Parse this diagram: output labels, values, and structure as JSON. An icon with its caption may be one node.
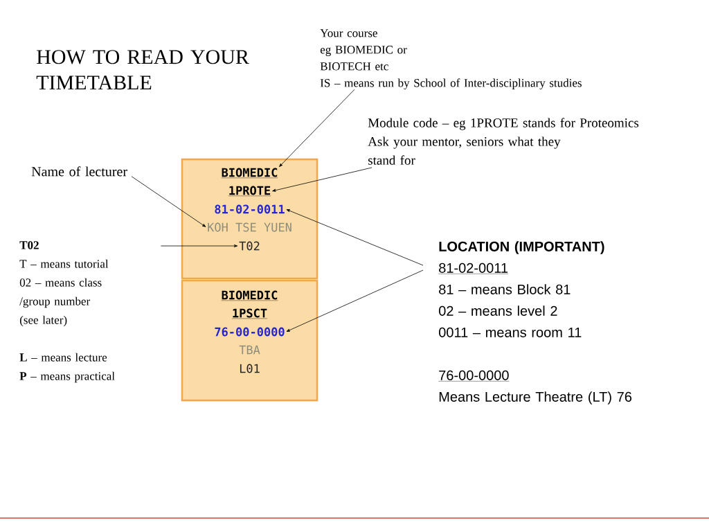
{
  "diagram": {
    "title": "HOW TO READ YOUR TIMETABLE",
    "nodes": [
      {
        "text": [
          "Your course",
          "eg BIOMEDIC or",
          "BIOTECH etc",
          "IS – means run by School of Inter-disciplinary studies"
        ]
      },
      {
        "text": [
          "Module code – eg 1PROTE stands for Proteomics",
          "Ask your mentor, seniors what they stand for"
        ]
      },
      {
        "text": [
          "Name of lecturer"
        ]
      },
      {
        "text": [
          "T02",
          "T – means tutorial",
          "02 – means class /group number (see later)",
          "**L** – means lecture",
          "**P** – means practical"
        ]
      },
      {
        "text": [
          "LOCATION (IMPORTANT)",
          "81-02-0011",
          "81 – means Block 81",
          "02 – means level 2",
          "0011 – means room 11",
          "76-00-0000",
          "Means Lecture Theatre (LT) 76"
        ]
      },
      {
        "text": [],
        "shape": "box"
      },
      {
        "text": [
          "BIOMEDIC"
        ],
        "in": 5
      },
      {
        "text": [
          "1PROTE"
        ],
        "in": 5
      },
      {
        "text": [
          "81-02-0011"
        ],
        "in": 5
      },
      {
        "text": [
          "KOH TSE YUEN"
        ],
        "in": 5
      },
      {
        "text": [
          "T02"
        ],
        "in": 5
      },
      {
        "text": [],
        "shape": "box"
      },
      {
        "text": [
          "BIOMEDIC"
        ],
        "in": 11
      },
      {
        "text": [
          "1PSCT"
        ],
        "in": 11
      },
      {
        "text": [
          "76-00-0000"
        ],
        "in": 11
      },
      {
        "text": [
          "TBA"
        ],
        "in": 11
      },
      {
        "text": [
          "L01"
        ],
        "in": 11
      }
    ],
    "edges": [
      {
        "from": 0,
        "to": 6,
        "arrow": "to"
      },
      {
        "from": 1,
        "to": 7,
        "arrow": "to"
      },
      {
        "from": 2,
        "to": 9,
        "arrow": "to"
      },
      {
        "from": 3,
        "to": 10,
        "arrow": "to"
      },
      {
        "from": 4,
        "to": 8,
        "arrow": "to"
      },
      {
        "from": 4,
        "to": 14,
        "arrow": "to"
      }
    ]
  }
}
